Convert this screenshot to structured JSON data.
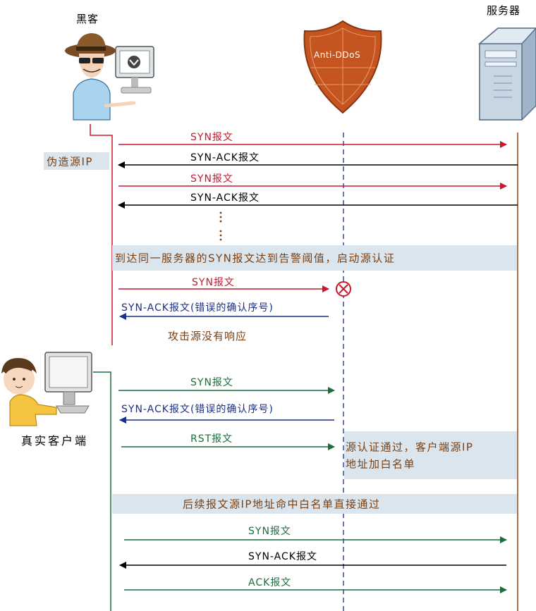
{
  "actors": {
    "hacker": "黑客",
    "server": "服务器",
    "shield": "Anti-DDoS",
    "client": "真实客户端"
  },
  "notes": {
    "spoof": "伪造源IP",
    "threshold": "到达同一服务器的SYN报文达到告警阈值，启动源认证",
    "no_response": "攻击源没有响应",
    "auth_pass_line1": "源认证通过，客户端源IP",
    "auth_pass_line2": "地址加白名单",
    "whitelist": "后续报文源IP地址命中白名单直接通过"
  },
  "messages": [
    {
      "text": "SYN报文",
      "color": "#c8182e"
    },
    {
      "text": "SYN-ACK报文",
      "color": "#000000"
    },
    {
      "text": "SYN报文",
      "color": "#c8182e"
    },
    {
      "text": "SYN-ACK报文",
      "color": "#000000"
    },
    {
      "text": "SYN报文",
      "color": "#c8182e"
    },
    {
      "text": "SYN-ACK报文(错误的确认序号)",
      "color": "#1a2f8a"
    },
    {
      "text": "SYN报文",
      "color": "#1a6e3c"
    },
    {
      "text": "SYN-ACK报文(错误的确认序号)",
      "color": "#1a2f8a"
    },
    {
      "text": "RST报文",
      "color": "#1a6e3c"
    },
    {
      "text": "SYN报文",
      "color": "#1a6e3c"
    },
    {
      "text": "SYN-ACK报文",
      "color": "#000000"
    },
    {
      "text": "ACK报文",
      "color": "#1a6e3c"
    }
  ],
  "colors": {
    "attack": "#c8182e",
    "legit": "#1a6e3c",
    "reply": "#000000",
    "auth_reply": "#1a2f8a",
    "note_text": "#7a3f12",
    "band": "#dbe5ed",
    "shield": "#c45420"
  },
  "icons": [
    "hacker-icon",
    "server-icon",
    "shield-icon",
    "client-icon",
    "block-icon"
  ]
}
